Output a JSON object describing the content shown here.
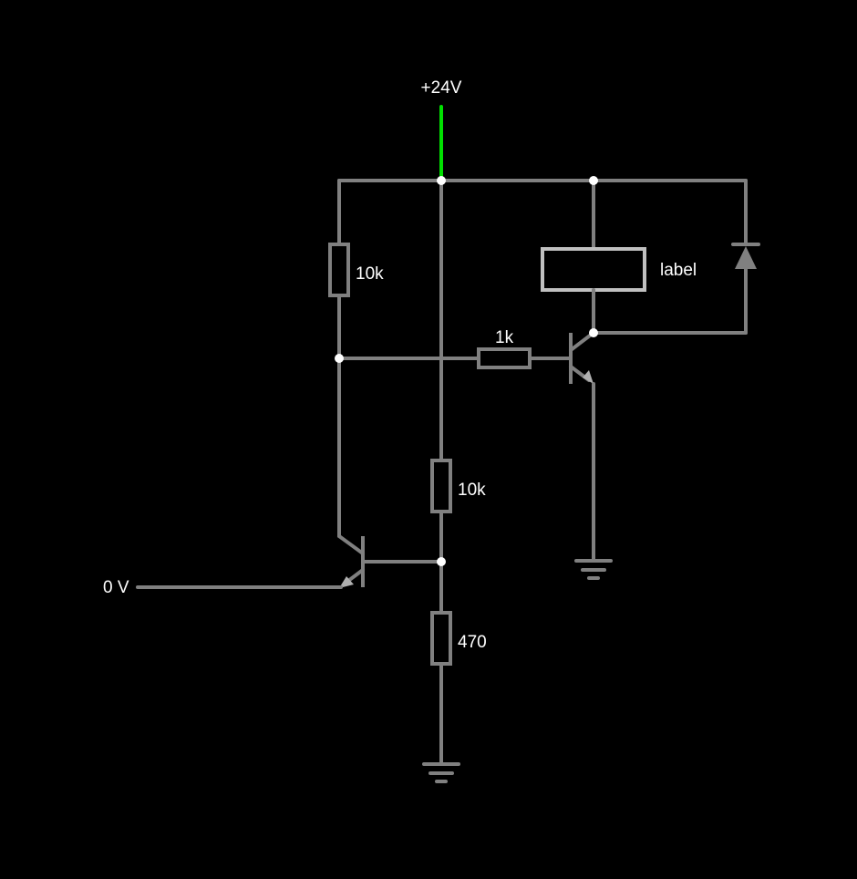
{
  "colors": {
    "background": "#000000",
    "wire": "#808080",
    "powered_wire": "#00e000",
    "label": "#ffffff",
    "relay_outline": "#c0c0c0"
  },
  "labels": {
    "supply": "+24V",
    "input": "0 V",
    "r_collector_q1": "10k",
    "r_base_q2": "1k",
    "r_bias_top": "10k",
    "r_bias_bottom": "470",
    "relay": "label"
  },
  "icons": {
    "ground": "ground-icon",
    "diode": "diode-icon",
    "npn": "npn-transistor-icon",
    "relay": "relay-coil-icon"
  }
}
